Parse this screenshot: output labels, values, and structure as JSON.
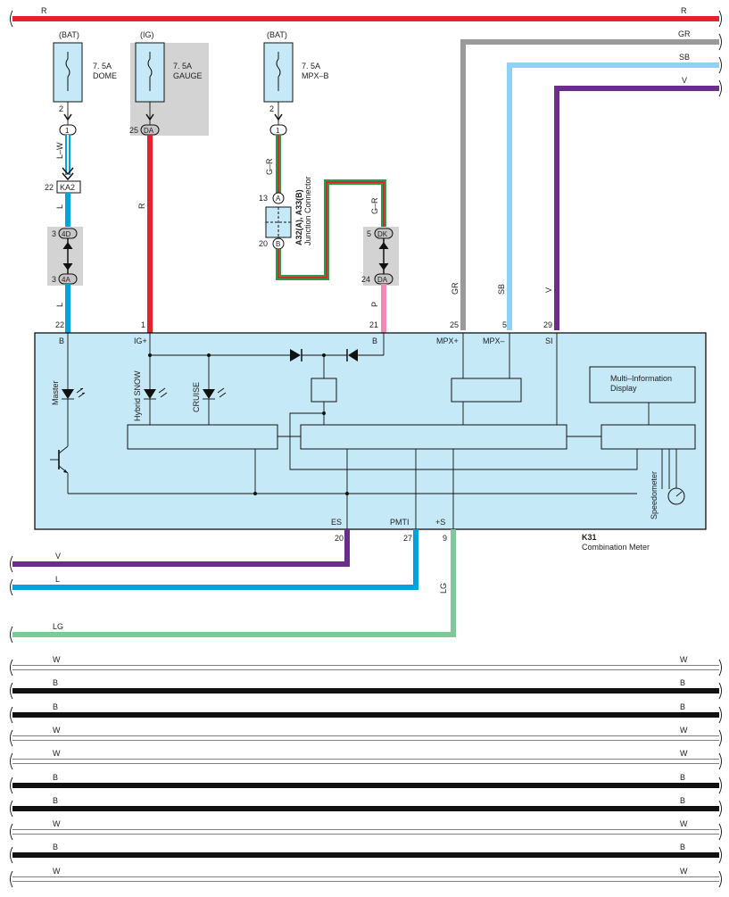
{
  "wire_colors": {
    "R": "#e8202a",
    "GR": "#9a9a9a",
    "SB": "#8fd3f4",
    "V": "#6b2d8c",
    "L": "#00a3e0",
    "LG": "#7dc99a",
    "B": "#111111",
    "W": "#ffffff",
    "P": "#f08cb4",
    "G": "#2a9d4a"
  },
  "top_bus": [
    {
      "left_label": "R",
      "right_label": "R"
    },
    {
      "right_label": "GR"
    },
    {
      "right_label": "SB"
    },
    {
      "right_label": "V"
    }
  ],
  "fuses": [
    {
      "source": "(BAT)",
      "rating": "7. 5A",
      "name": "DOME",
      "pin": "2",
      "connector": "1"
    },
    {
      "source": "(IG)",
      "rating": "7. 5A",
      "name": "GAUGE",
      "pin": "25",
      "connector": "DA"
    },
    {
      "source": "(BAT)",
      "rating": "7. 5A",
      "name": "MPX–B",
      "pin": "2",
      "connector": "1"
    }
  ],
  "left_branch": {
    "wire1": "L–W",
    "ka_pin": "22",
    "ka_conn": "KA2",
    "wire2": "L",
    "j1_pin": "3",
    "j1_conn": "4D",
    "j2_pin": "3",
    "j2_conn": "4A",
    "wire3": "L",
    "meter_pin": "22",
    "meter_term": "B"
  },
  "ig_branch": {
    "wire": "R",
    "meter_pin": "1",
    "meter_term": "IG+"
  },
  "junction": {
    "wire_in": "G–R",
    "pinA": "13",
    "connA": "A",
    "pinB": "20",
    "connB": "B",
    "title": "A32(A), A33(B)",
    "subtitle": "Junction Connector",
    "wire_out": "G–R",
    "dk_pin": "5",
    "dk_conn": "DK",
    "da_pin": "24",
    "da_conn": "DA",
    "wire_p": "P",
    "meter_pin": "21",
    "meter_term": "B"
  },
  "right_inputs": [
    {
      "wire": "GR",
      "pin": "25",
      "term": "MPX+"
    },
    {
      "wire": "SB",
      "pin": "5",
      "term": "MPX–"
    },
    {
      "wire": "V",
      "pin": "29",
      "term": "SI"
    }
  ],
  "meter": {
    "code": "K31",
    "name": "Combination Meter",
    "master": "Master",
    "hybrid": "Hybrid SNOW",
    "cruise": "CRUISE",
    "mid_line1": "Multi–Information",
    "mid_line2": "Display",
    "speedometer": "Speedometer"
  },
  "bottom_outputs": [
    {
      "term": "ES",
      "pin": "20",
      "wire": "V"
    },
    {
      "term": "PMTI",
      "pin": "27",
      "wire": "L"
    },
    {
      "term": "+S",
      "pin": "9",
      "wire": "LG"
    }
  ],
  "bottom_bus": [
    {
      "label": "W"
    },
    {
      "label": "B"
    },
    {
      "label": "B"
    },
    {
      "label": "W"
    },
    {
      "label": "W"
    },
    {
      "label": "B"
    },
    {
      "label": "B"
    },
    {
      "label": "W"
    },
    {
      "label": "B"
    },
    {
      "label": "W"
    }
  ]
}
